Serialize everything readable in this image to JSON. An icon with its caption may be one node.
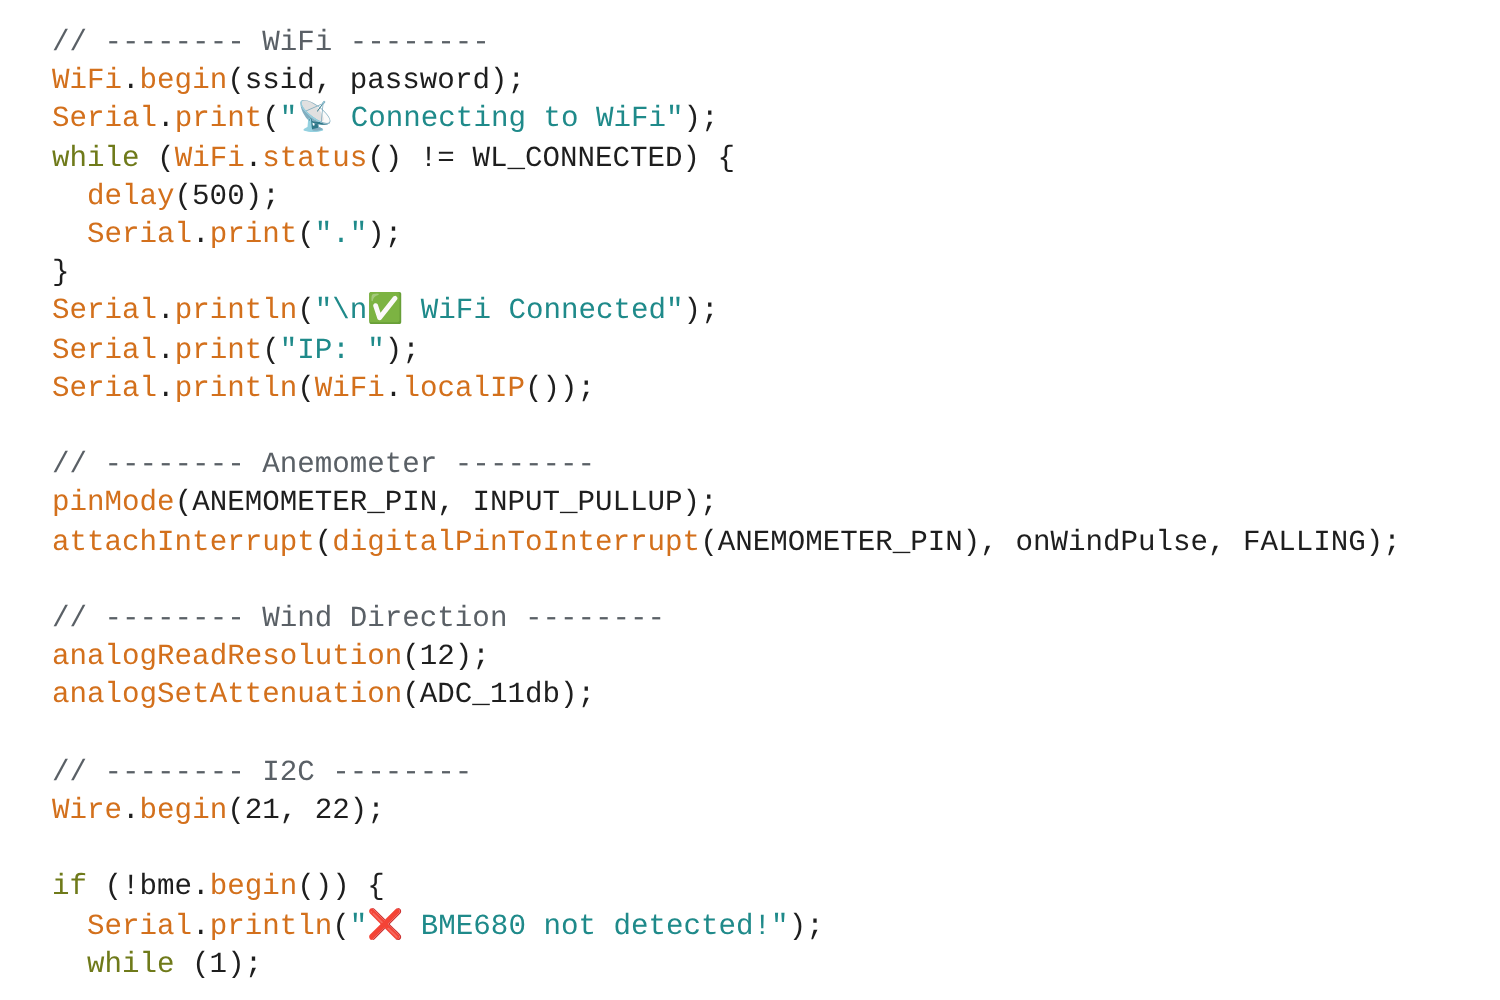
{
  "diagram": {
    "labels": [
      "// -------- WiFi --------",
      "WiFi.begin(ssid, password);",
      "Serial.print(\"📡 Connecting to WiFi\");",
      "while (WiFi.status() != WL_CONNECTED) {",
      "delay(500);",
      "Serial.print(\".\");",
      "}",
      "Serial.println(\"\\n✅ WiFi Connected\");",
      "Serial.print(\"IP: \");",
      "Serial.println(WiFi.localIP());",
      "// -------- Anemometer --------",
      "pinMode(ANEMOMETER_PIN, INPUT_PULLUP);",
      "attachInterrupt(digitalPinToInterrupt(ANEMOMETER_PIN), onWindPulse, FALLING);",
      "// -------- Wind Direction --------",
      "analogReadResolution(12);",
      "analogSetAttenuation(ADC_11db);",
      "// -------- I2C --------",
      "Wire.begin(21, 22);",
      "if (!bme.begin()) {",
      "Serial.println(\"❌ BME680 not detected!\");",
      "while (1);"
    ]
  }
}
